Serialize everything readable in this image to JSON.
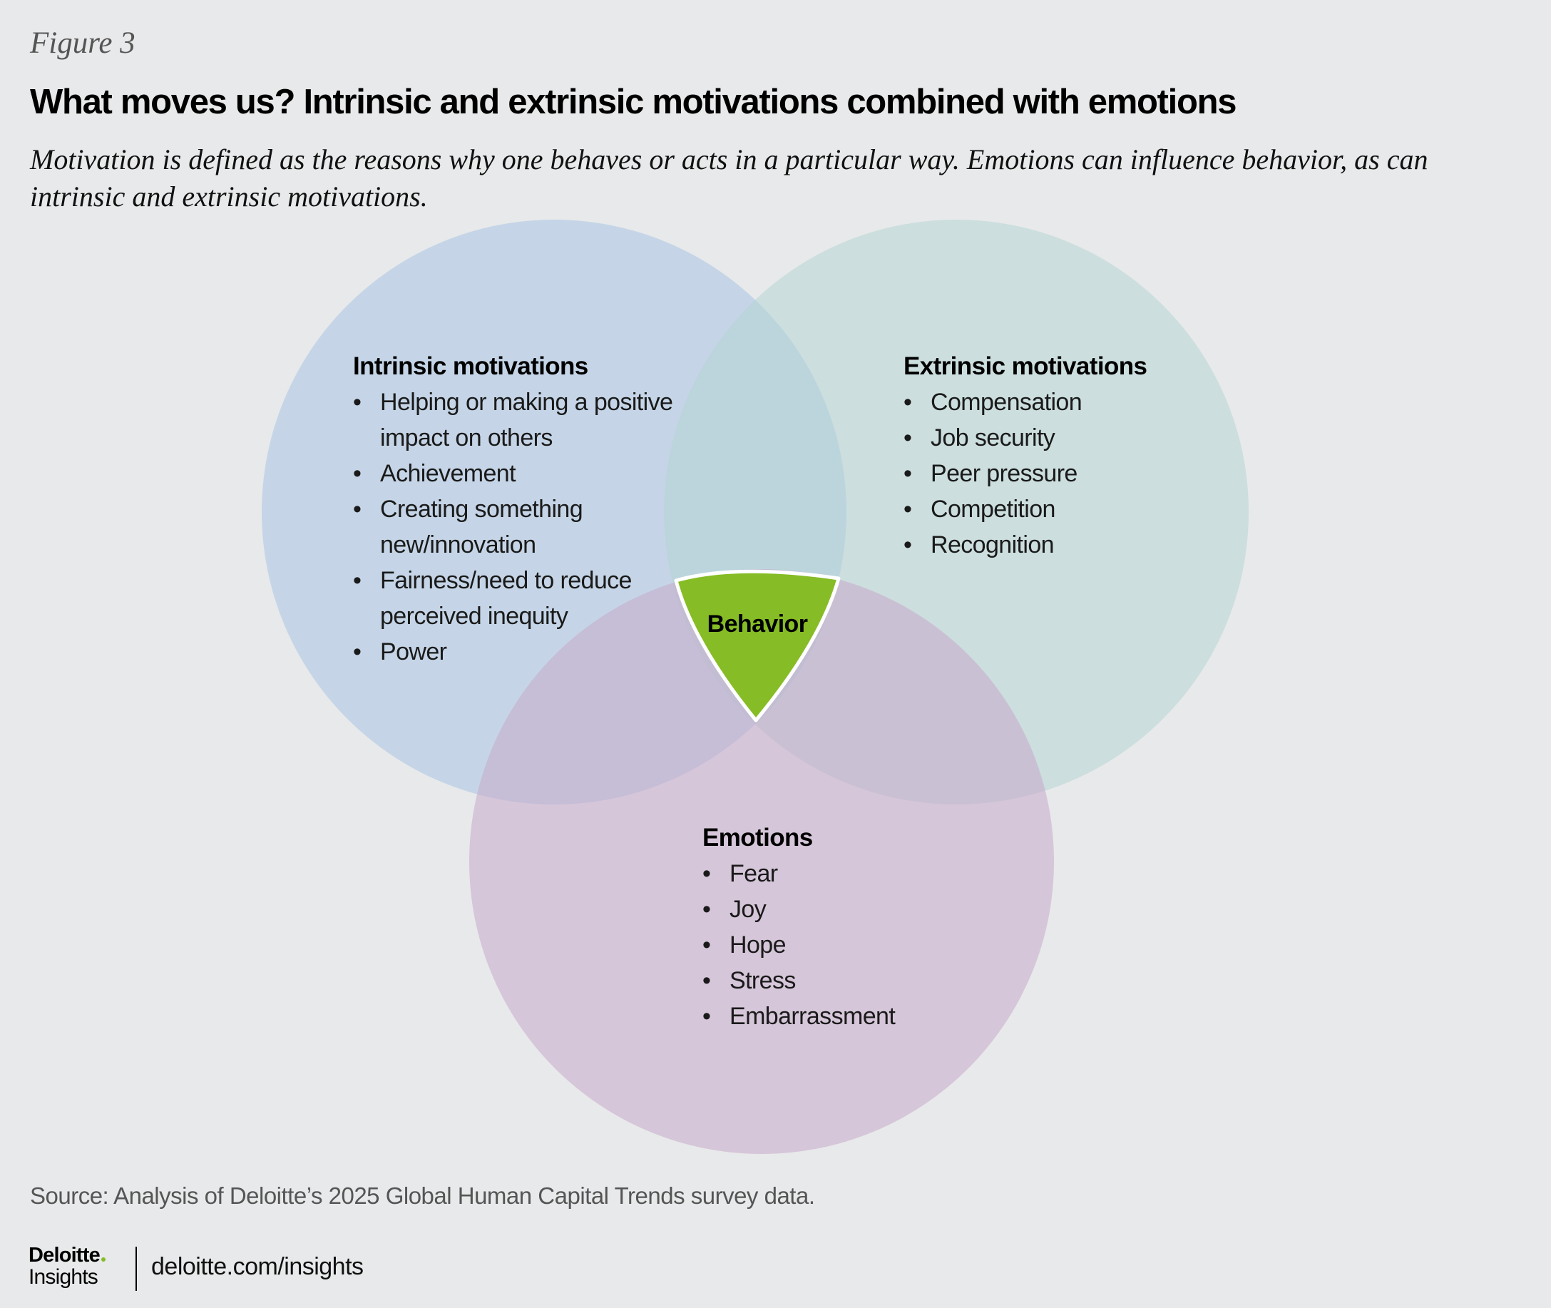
{
  "figure_label": "Figure 3",
  "title": "What moves us? Intrinsic and extrinsic motivations combined with emotions",
  "subtitle": "Motivation is defined as the reasons why one behaves or acts in a particular way. Emotions can influence behavior, as can intrinsic and extrinsic motivations.",
  "colors": {
    "background": "#e8e9ea",
    "intrinsic_circle": "#a7c4e3",
    "extrinsic_circle": "#b4d5d3",
    "emotions_circle": "#c7a9cb",
    "behavior_center": "#86bc25"
  },
  "diagram": {
    "intrinsic": {
      "title": "Intrinsic motivations",
      "items": [
        "Helping or making a positive impact on others",
        "Achievement",
        "Creating something new/innovation",
        "Fairness/need to reduce perceived inequity",
        "Power"
      ]
    },
    "extrinsic": {
      "title": "Extrinsic motivations",
      "items": [
        "Compensation",
        "Job security",
        "Peer pressure",
        "Competition",
        "Recognition"
      ]
    },
    "emotions": {
      "title": "Emotions",
      "items": [
        "Fear",
        "Joy",
        "Hope",
        "Stress",
        "Embarrassment"
      ]
    },
    "center_label": "Behavior"
  },
  "source": "Source: Analysis of Deloitte’s 2025 Global Human Capital Trends survey data.",
  "logo": {
    "name": "Deloitte",
    "sub": "Insights"
  },
  "link": "deloitte.com/insights"
}
